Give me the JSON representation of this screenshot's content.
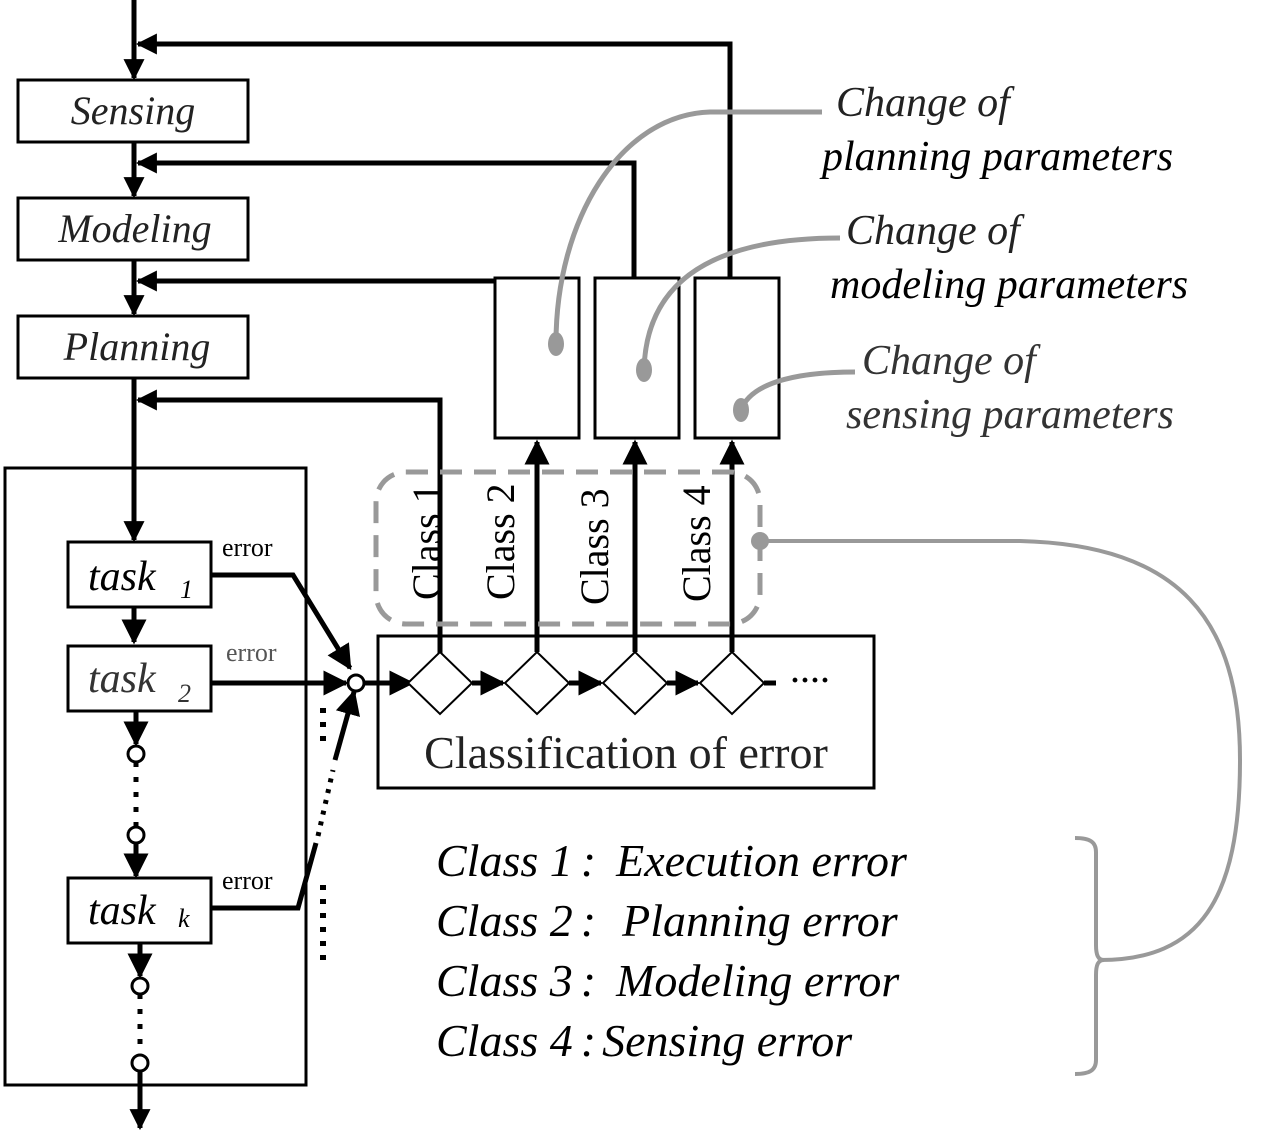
{
  "pipeline": {
    "stages": [
      "Sensing",
      "Modeling",
      "Planning"
    ]
  },
  "tasks": {
    "items": [
      {
        "name": "task",
        "subscript": "1",
        "error_label": "error"
      },
      {
        "name": "task",
        "subscript": "2",
        "error_label": "error"
      },
      {
        "name": "task",
        "subscript": "k",
        "error_label": "error"
      }
    ]
  },
  "classification": {
    "title": "Classification of error",
    "continuation": "····",
    "classes": [
      "Class 1",
      "Class 2",
      "Class 3",
      "Class 4"
    ]
  },
  "annotations": {
    "planning": {
      "line1": "Change of",
      "line2": "planning parameters"
    },
    "modeling": {
      "line1": "Change of",
      "line2": "modeling parameters"
    },
    "sensing": {
      "line1": "Change of",
      "line2": "sensing parameters"
    }
  },
  "legend": {
    "items": [
      {
        "class": "Class 1",
        "sep": ":",
        "desc": "Execution error"
      },
      {
        "class": "Class 2",
        "sep": ":",
        "desc": "Planning error"
      },
      {
        "class": "Class 3",
        "sep": ":",
        "desc": "Modeling error"
      },
      {
        "class": "Class 4",
        "sep": ":",
        "desc": "Sensing error"
      }
    ]
  },
  "colors": {
    "line": "#000000",
    "annotation": "#999999",
    "background": "#ffffff"
  }
}
